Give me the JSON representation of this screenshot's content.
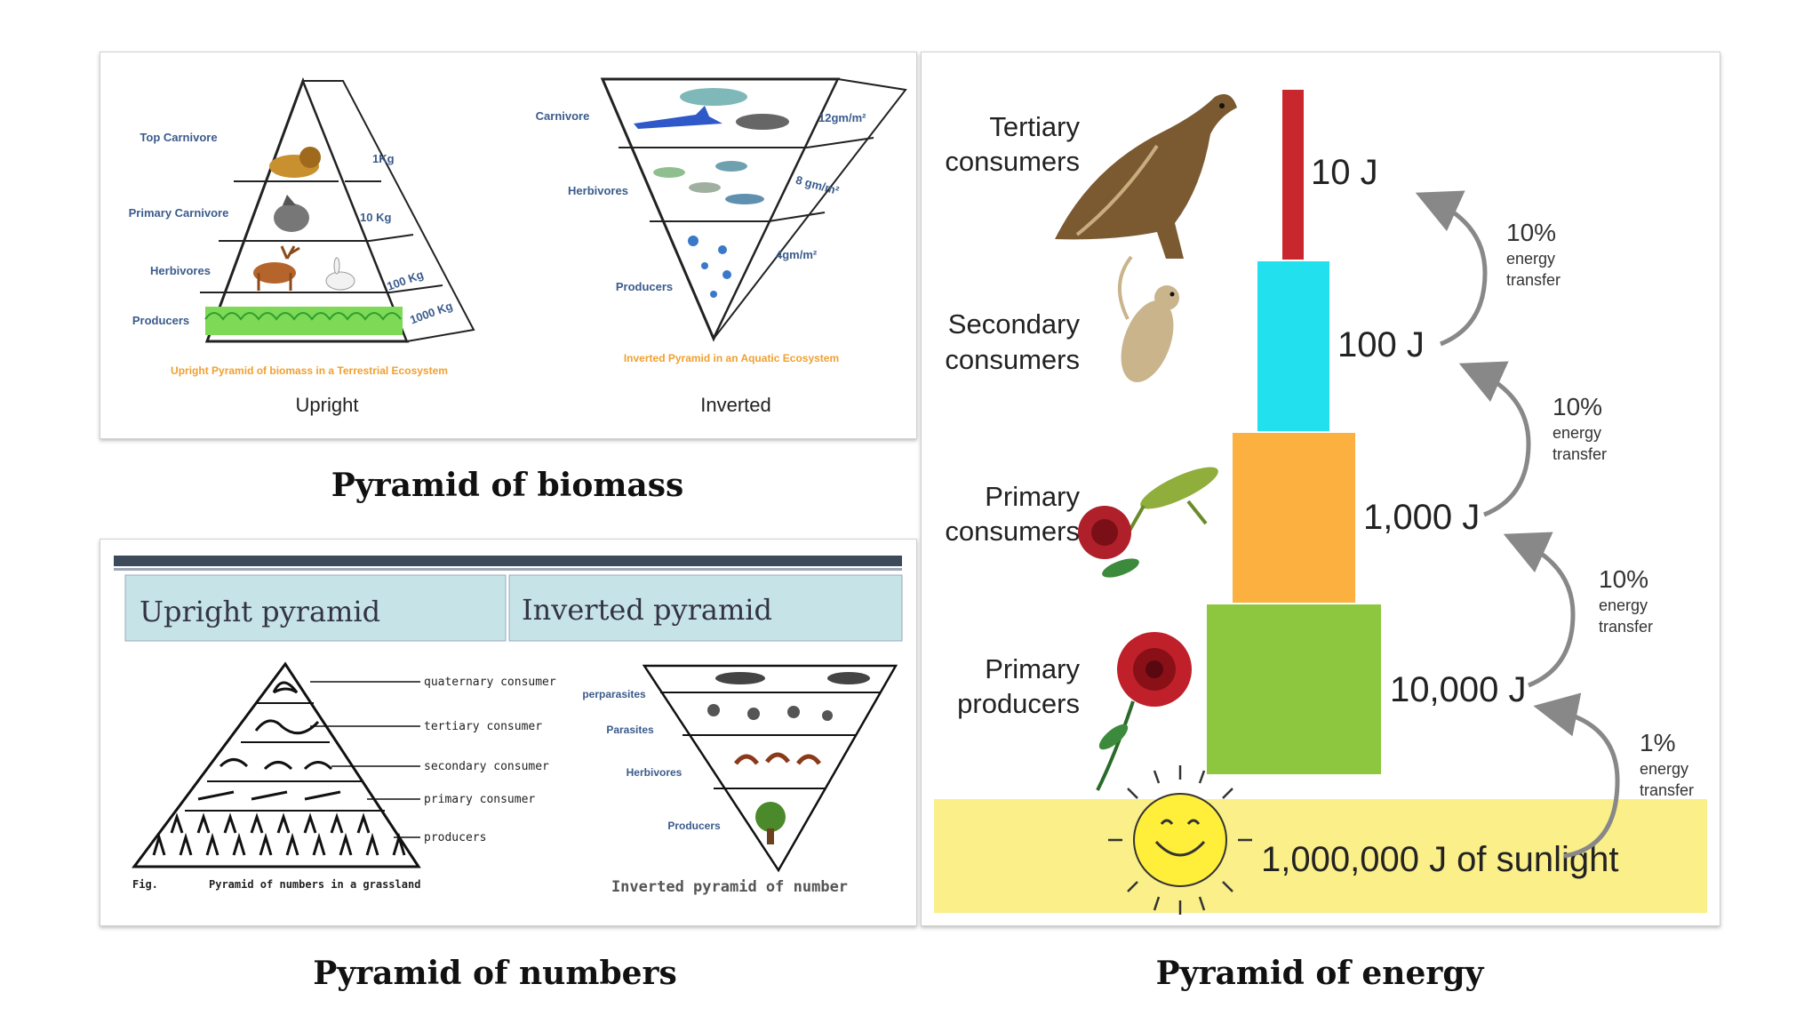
{
  "biomass": {
    "caption": "Pyramid of biomass",
    "upright": {
      "label": "Upright",
      "subtitle": "Upright Pyramid of biomass in a Terrestrial Ecosystem",
      "levels": [
        "Top Carnivore",
        "Primary Carnivore",
        "Herbivores",
        "Producers"
      ],
      "masses": [
        "1Kg",
        "10 Kg",
        "100 Kg",
        "1000 Kg"
      ]
    },
    "inverted": {
      "label": "Inverted",
      "subtitle": "Inverted Pyramid in an Aquatic Ecosystem",
      "levels": [
        "Carnivore",
        "Herbivores",
        "Producers"
      ],
      "masses": [
        "12gm/m²",
        "8 gm/m²",
        "4gm/m²"
      ]
    }
  },
  "numbers": {
    "caption": "Pyramid of numbers",
    "upright_header": "Upright pyramid",
    "inverted_header": "Inverted pyramid",
    "upright": {
      "levels": [
        "quaternary consumer",
        "tertiary consumer",
        "secondary consumer",
        "primary consumer",
        "producers"
      ],
      "fig_label": "Fig.",
      "fig_caption": "Pyramid of numbers in a grassland"
    },
    "inverted": {
      "levels": [
        "perparasites",
        "Parasites",
        "Herbivores",
        "Producers"
      ],
      "caption": "Inverted pyramid of number"
    }
  },
  "energy": {
    "caption": "Pyramid of energy",
    "levels": [
      {
        "name_line1": "Tertiary",
        "name_line2": "consumers",
        "energy": "10 J"
      },
      {
        "name_line1": "Secondary",
        "name_line2": "consumers",
        "energy": "100 J"
      },
      {
        "name_line1": "Primary",
        "name_line2": "consumers",
        "energy": "1,000 J"
      },
      {
        "name_line1": "Primary",
        "name_line2": "producers",
        "energy": "10,000 J"
      }
    ],
    "sunlight": "1,000,000 J of sunlight",
    "transfers": [
      {
        "pct": "10%",
        "l1": "energy",
        "l2": "transfer"
      },
      {
        "pct": "10%",
        "l1": "energy",
        "l2": "transfer"
      },
      {
        "pct": "10%",
        "l1": "energy",
        "l2": "transfer"
      },
      {
        "pct": "1%",
        "l1": "energy",
        "l2": "transfer"
      }
    ],
    "colors": {
      "tertiary": "#c8272d",
      "secondary": "#22e0ee",
      "primary_consumer": "#fbb040",
      "producer": "#8dc63f",
      "sunlight_band": "#fbef8a",
      "sun": "#ffef3a",
      "arrow": "#888888"
    }
  }
}
